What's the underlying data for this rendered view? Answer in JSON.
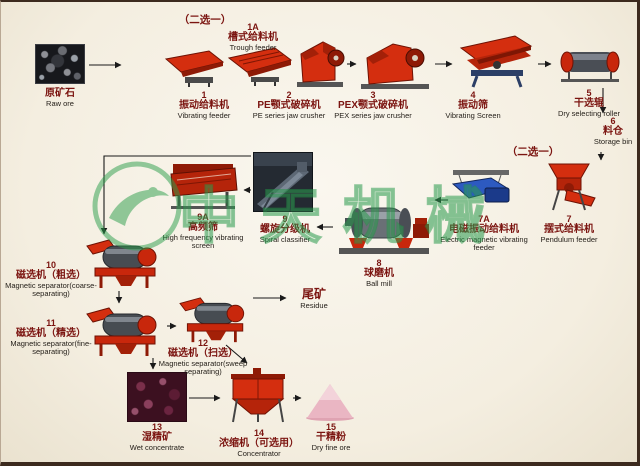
{
  "annotations": {
    "choose_one_top": "（二选一）",
    "choose_one_mid": "（二选一）"
  },
  "watermark": {
    "brand": "中天机械"
  },
  "colors": {
    "machine_red": "#c8270c",
    "feeder_blue": "#2d5ac0",
    "label_dark_red": "#7b1410",
    "watermark_green": "#2a9d4a",
    "background_cream": "#f6f1e6"
  },
  "nodes": {
    "raw_ore": {
      "num": "",
      "zh": "原矿石",
      "en": "Raw ore"
    },
    "trough_feeder": {
      "num": "1A",
      "zh": "槽式给料机",
      "en": "Trough feeder"
    },
    "vibrating_feeder": {
      "num": "1",
      "zh": "振动给料机",
      "en": "Vibrating feeder"
    },
    "pe_jaw_crusher": {
      "num": "2",
      "zh": "PE颚式破碎机",
      "en": "PE series jaw crusher"
    },
    "pex_jaw_crusher": {
      "num": "3",
      "zh": "PEX颚式破碎机",
      "en": "PEX series jaw crusher"
    },
    "vibrating_screen": {
      "num": "4",
      "zh": "振动筛",
      "en": "Vibrating Screen"
    },
    "dry_roller": {
      "num": "5",
      "zh": "干选辊",
      "en": "Dry selecting roller"
    },
    "storage_bin": {
      "num": "6",
      "zh": "料仓",
      "en": "Storage bin"
    },
    "pendulum_feeder": {
      "num": "7",
      "zh": "摆式给料机",
      "en": "Pendulum feeder"
    },
    "em_feeder": {
      "num": "7A",
      "zh": "电磁振动给料机",
      "en": "Electric magnetic vibrating feeder"
    },
    "ball_mill": {
      "num": "8",
      "zh": "球磨机",
      "en": "Ball mill"
    },
    "spiral_classifier": {
      "num": "9",
      "zh": "螺旋分级机",
      "en": "Spiral classifier"
    },
    "hf_screen": {
      "num": "9A",
      "zh": "高频筛",
      "en": "High frequency vibrating screen"
    },
    "mag_coarse": {
      "num": "10",
      "zh": "磁选机（粗选）",
      "en": "Magnetic separator(coarse-separating)"
    },
    "mag_fine": {
      "num": "11",
      "zh": "磁选机（精选）",
      "en": "Magnetic separator(fine-separating)"
    },
    "mag_sweep": {
      "num": "12",
      "zh": "磁选机（扫选）",
      "en": "Magnetic separator(sweep separating)"
    },
    "residue": {
      "num": "",
      "zh": "尾矿",
      "en": "Residue"
    },
    "wet_concentrate": {
      "num": "13",
      "zh": "湿精矿",
      "en": "Wet concentrate"
    },
    "concentrator": {
      "num": "14",
      "zh": "浓缩机（可选用）",
      "en": "Concentrator"
    },
    "dry_fine": {
      "num": "15",
      "zh": "干精粉",
      "en": "Dry fine ore"
    }
  }
}
